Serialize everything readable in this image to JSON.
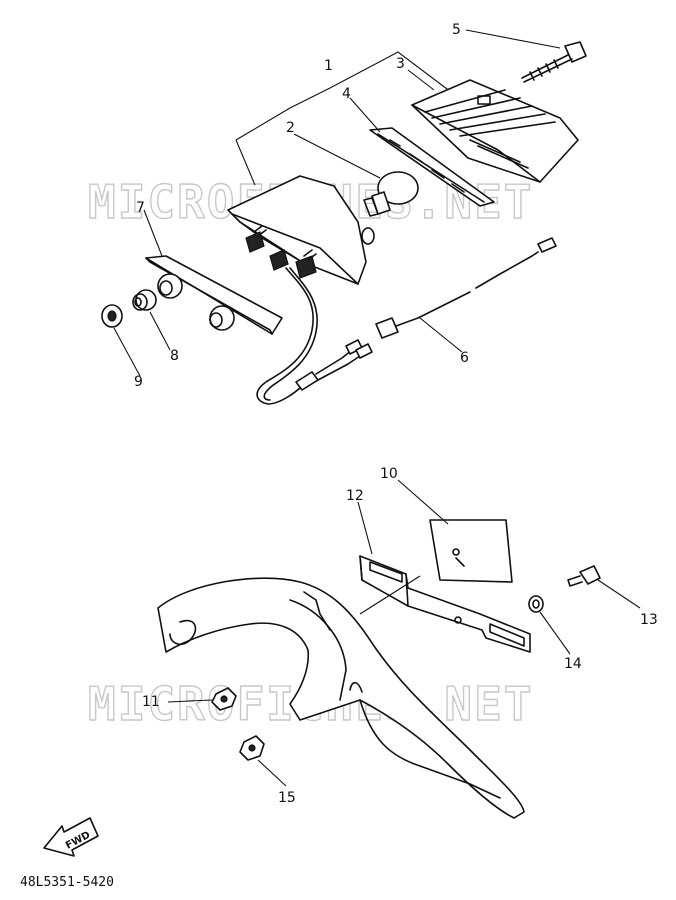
{
  "watermark": "MICROFICHES.NET",
  "drawing_code": "48L5351-5420",
  "fwd_label": "FWD",
  "callouts": {
    "c1": "1",
    "c2": "2",
    "c3": "3",
    "c4": "4",
    "c5": "5",
    "c6": "6",
    "c7": "7",
    "c8": "8",
    "c9": "9",
    "c10": "10",
    "c11": "11",
    "c12": "12",
    "c13": "13",
    "c14": "14",
    "c15": "15"
  }
}
